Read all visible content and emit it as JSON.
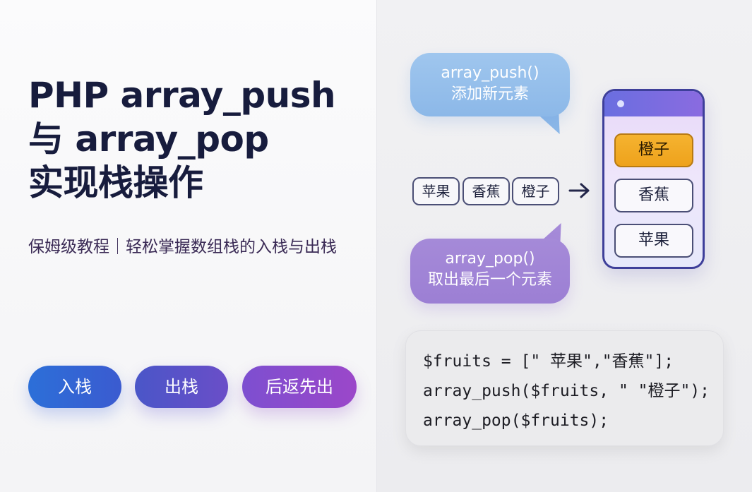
{
  "title": {
    "line1": "PHP array_push",
    "line2": "与 array_pop",
    "line3": "实现栈操作"
  },
  "subtitle": "保姆级教程｜轻松掌握数组栈的入栈与出栈",
  "buttons": {
    "push_label": "入栈",
    "pop_label": "出栈",
    "lifo_label": "后返先出"
  },
  "bubbles": {
    "push_line1": "array_push()",
    "push_line2": "添加新元素",
    "pop_line1": "array_pop()",
    "pop_line2": "取出最后一个元素"
  },
  "chips": [
    "苹果",
    "香蕉",
    "橙子"
  ],
  "stack": {
    "top": "橙子",
    "middle": "香蕉",
    "bottom": "苹果"
  },
  "code": {
    "line1": "$fruits = [\" 苹果\",\"香蕉\"];",
    "line2": "array_push($fruits, \" \"橙子\");",
    "line3": "array_pop($fruits);"
  },
  "colors": {
    "title": "#171c3d",
    "highlight": "#eea21c",
    "accent_blue": "#2c6fd8",
    "accent_purple": "#9b47c9"
  },
  "icons": {
    "flow_arrow": "arrow-right-icon",
    "stack_dot": "window-dot-icon"
  }
}
